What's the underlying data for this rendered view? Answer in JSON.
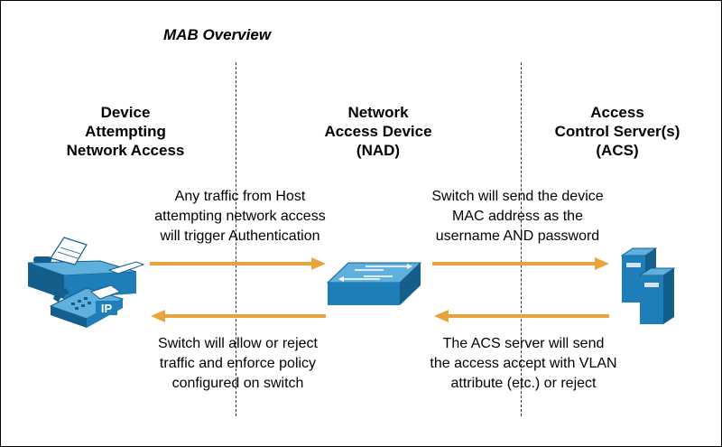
{
  "title": "MAB Overview",
  "columns": [
    {
      "lines": [
        "Device",
        "Attempting",
        "Network Access"
      ]
    },
    {
      "lines": [
        "Network",
        "Access Device",
        "(NAD)"
      ]
    },
    {
      "lines": [
        "Access",
        "Control Server(s)",
        "(ACS)"
      ]
    }
  ],
  "messages": {
    "host_to_nad": [
      "Any traffic from Host",
      "attempting network access",
      "will trigger Authentication"
    ],
    "nad_to_acs": [
      "Switch will send the device",
      "MAC address as the",
      "username AND password"
    ],
    "nad_to_host": [
      "Switch will allow or reject",
      "traffic and enforce policy",
      "configured on switch"
    ],
    "acs_to_nad": [
      "The ACS server will send",
      "the access accept with VLAN",
      "attribute (etc.) or reject"
    ]
  },
  "icons": {
    "device": "fax-and-ip-phone-icon",
    "nad": "switch-icon",
    "acs": "server-icon",
    "phone_badge": "IP"
  },
  "colors": {
    "arrow": "#E8A33C",
    "icon_fill": "#1E7FB8",
    "icon_dark": "#145E8C",
    "icon_light": "#5FB0DC"
  }
}
